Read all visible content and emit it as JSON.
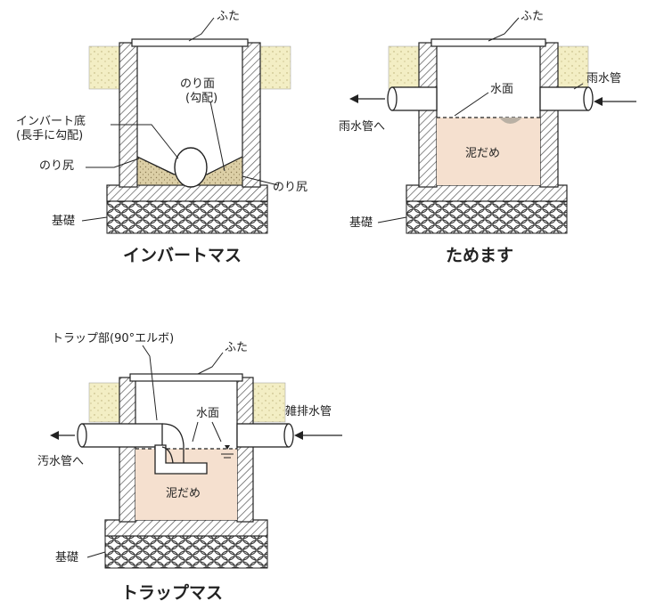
{
  "colors": {
    "wall_hatch": "#444444",
    "soil": "#f3eec4",
    "sludge": "#f5e0cf",
    "sand": "#dccfa6",
    "gravel_stroke": "#333333",
    "line": "#222222"
  },
  "inverted_basin": {
    "caption": "インバートマス",
    "lid_label": "ふた",
    "slope_label_1": "のり面",
    "slope_label_2": "(勾配)",
    "invert_label_1": "インバート底",
    "invert_label_2": "(長手に勾配)",
    "toe_left_label": "のり尻",
    "toe_right_label": "のり尻",
    "foundation_label": "基礎"
  },
  "catch_basin": {
    "caption": "ためます",
    "lid_label": "ふた",
    "inlet_label": "雨水管",
    "outlet_label": "雨水管へ",
    "water_label": "水面",
    "sludge_label": "泥だめ",
    "foundation_label": "基礎"
  },
  "trap_basin": {
    "caption": "トラップマス",
    "lid_label": "ふた",
    "trap_label": "トラップ部(90°エルボ)",
    "inlet_label": "雑排水管",
    "outlet_label": "汚水管へ",
    "water_label": "水面",
    "sludge_label": "泥だめ",
    "foundation_label": "基礎"
  }
}
